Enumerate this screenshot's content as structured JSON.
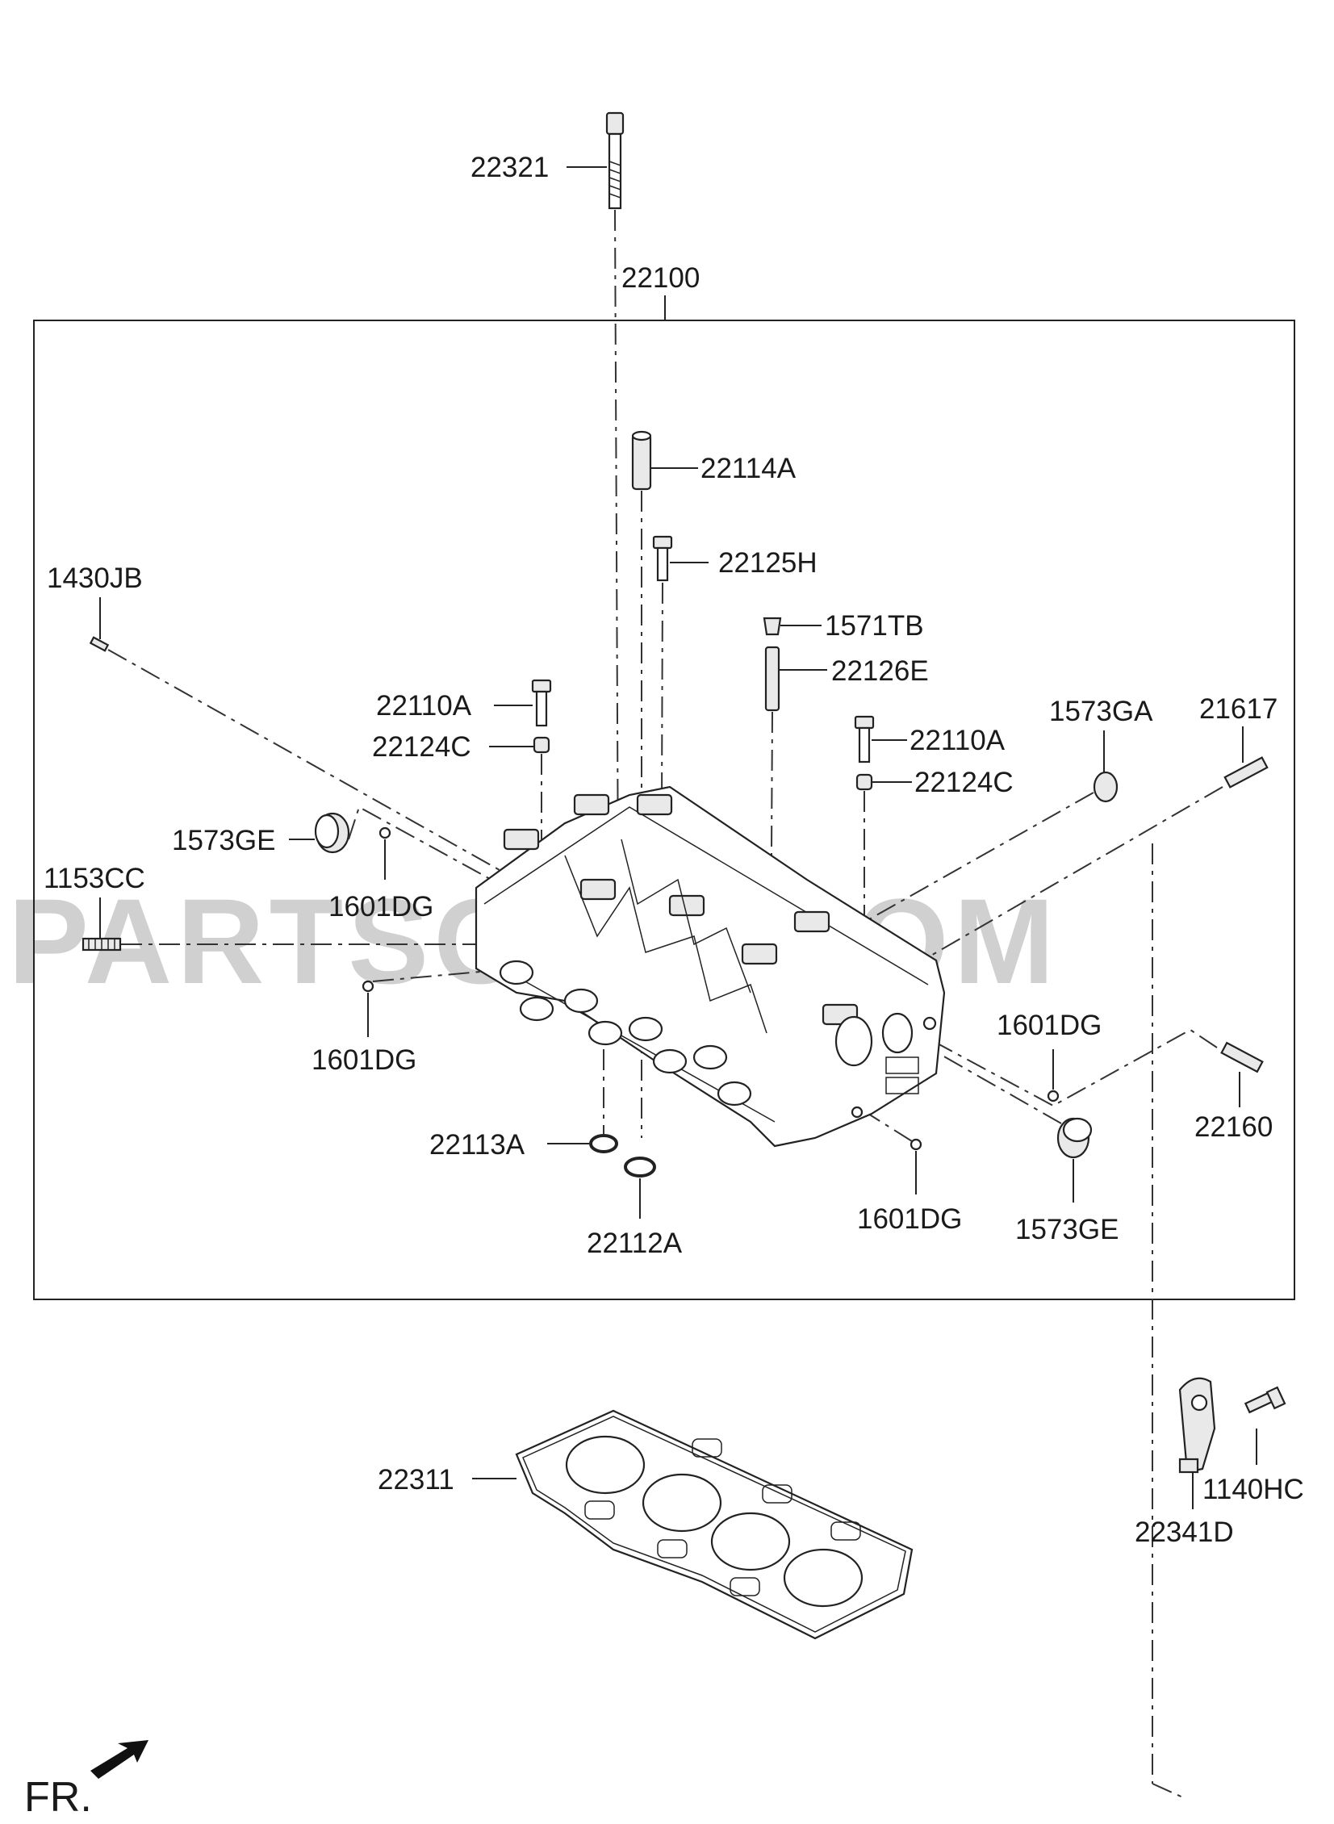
{
  "watermark": "PARTSOUQ.COM",
  "direction_label": "FR.",
  "labels": {
    "p22321": "22321",
    "p22100": "22100",
    "p22114A": "22114A",
    "p22125H": "22125H",
    "p1430JB": "1430JB",
    "p1571TB": "1571TB",
    "p22126E": "22126E",
    "p22110A_left": "22110A",
    "p22124C_left": "22124C",
    "p22110A_right": "22110A",
    "p22124C_right": "22124C",
    "p1573GA": "1573GA",
    "p21617": "21617",
    "p1573GE_left": "1573GE",
    "p1153CC": "1153CC",
    "p1601DG_a": "1601DG",
    "p1601DG_b": "1601DG",
    "p1601DG_c": "1601DG",
    "p1601DG_d": "1601DG",
    "p22160": "22160",
    "p22113A": "22113A",
    "p22112A": "22112A",
    "p1573GE_right": "1573GE",
    "p22311": "22311",
    "p1140HC": "1140HC",
    "p22341D": "22341D"
  }
}
